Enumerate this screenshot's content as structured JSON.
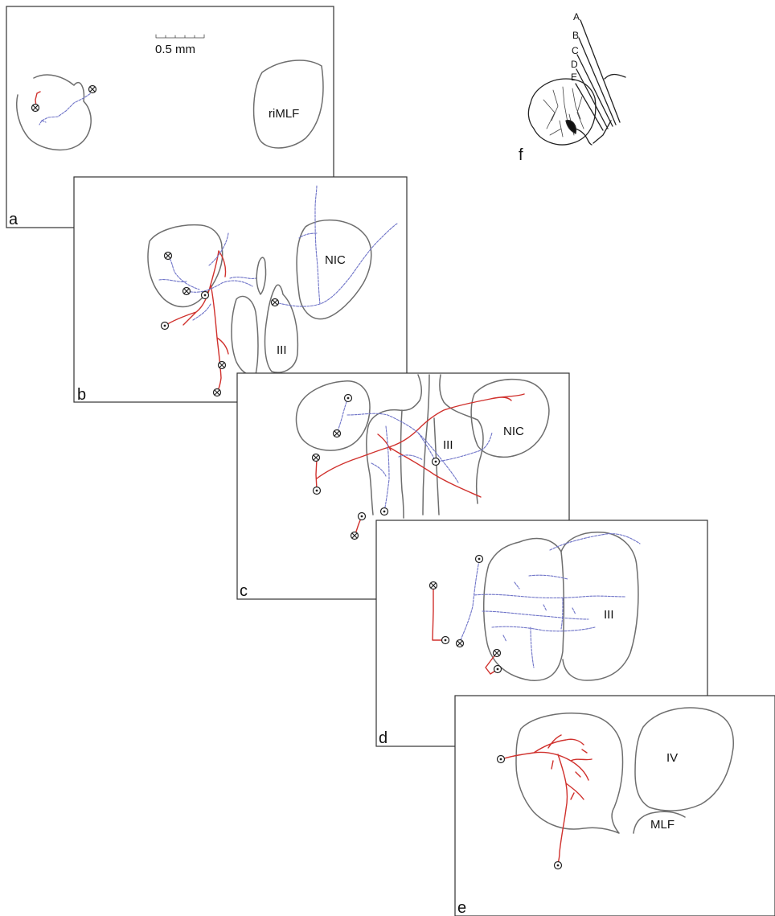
{
  "panels": {
    "a": {
      "letter": "a",
      "scale_bar_label": "0.5 mm",
      "regions": [
        "riMLF"
      ]
    },
    "b": {
      "letter": "b",
      "regions": [
        "NIC",
        "III"
      ]
    },
    "c": {
      "letter": "c",
      "regions": [
        "III",
        "NIC"
      ]
    },
    "d": {
      "letter": "d",
      "regions": [
        "III"
      ]
    },
    "e": {
      "letter": "e",
      "regions": [
        "IV",
        "MLF"
      ]
    },
    "f": {
      "letter": "f",
      "plane_labels": [
        "A",
        "B",
        "C",
        "D",
        "E"
      ]
    }
  },
  "colors": {
    "red_axon": "#d0312d",
    "blue_axon": "#6f74c8",
    "outline": "#6e6e6e",
    "frame": "#333333"
  },
  "marker_types": [
    "entering-marker",
    "exiting-marker"
  ]
}
